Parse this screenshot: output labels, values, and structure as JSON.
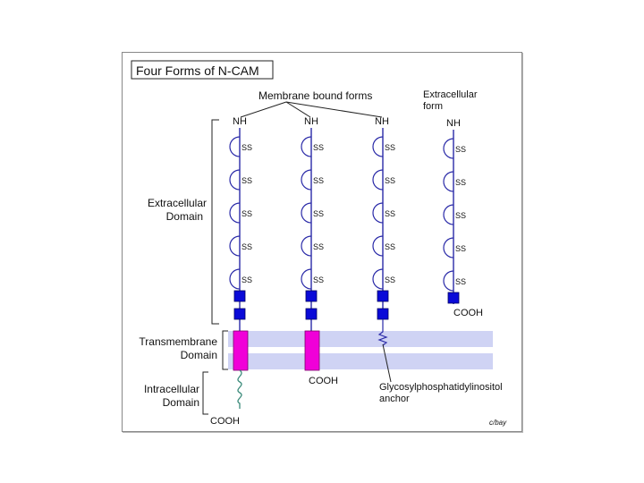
{
  "title": "Four Forms of N-CAM",
  "header_membrane": "Membrane bound forms",
  "header_extracellular_line1": "Extracellular",
  "header_extracellular_line2": "form",
  "terminal_nh": "NH",
  "disulfide_label": "SS",
  "terminal_cooh": "COOH",
  "domain_extracellular_line1": "Extracellular",
  "domain_extracellular_line2": "Domain",
  "domain_transmembrane_line1": "Transmembrane",
  "domain_transmembrane_line2": "Domain",
  "domain_intracellular_line1": "Intracellular",
  "domain_intracellular_line2": "Domain",
  "anchor_line1": "Glycosylphosphatidylinositol",
  "anchor_line2": "anchor",
  "credit": "c/bay",
  "colors": {
    "chain": "#2a2aa8",
    "fn3_box": "#0a0ad8",
    "membrane": "#cfd3f4",
    "tm_segment": "#f000d8",
    "tail": "#3a8a7a"
  }
}
